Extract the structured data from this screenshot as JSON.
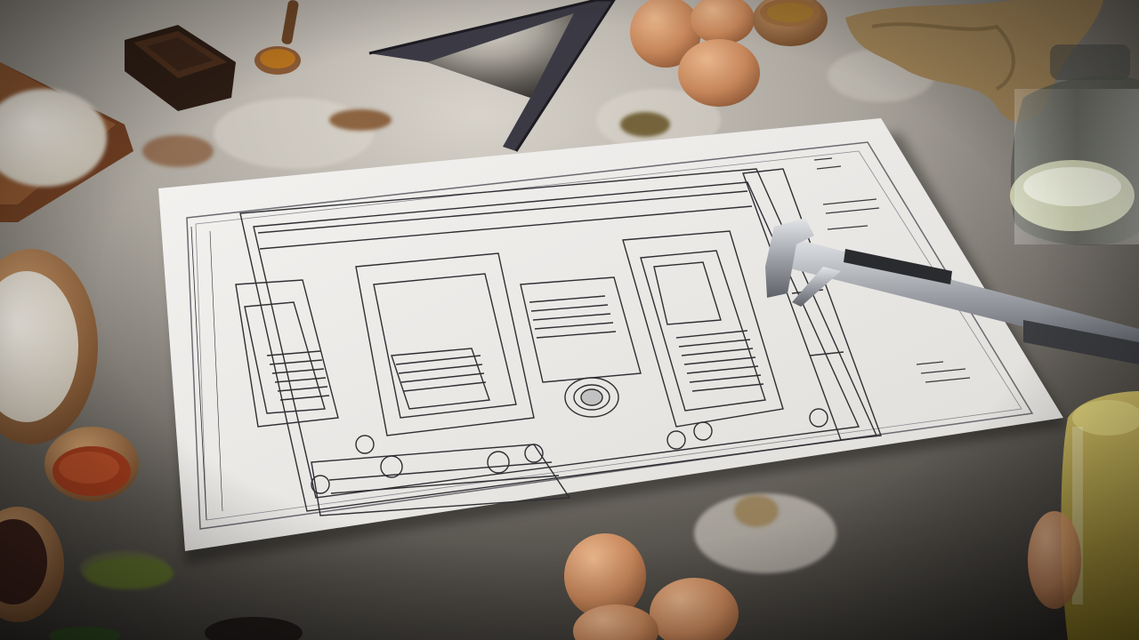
{
  "scene": {
    "blueprint": {
      "annotation_top": "",
      "annotation_side": ""
    },
    "colors": {
      "counter_top": "#6b6660",
      "counter_light": "#cfcac2",
      "paper": "#eeedeb",
      "ink": "#2f2f33",
      "egg": "#c98a5e",
      "flour": "#e8e2d6",
      "wood": "#8a5a35",
      "triangle": "#3b3a44",
      "oil": "#c9b44a"
    },
    "objects": [
      "blueprint-sheet",
      "drafting-triangle",
      "vernier-caliper",
      "eggs",
      "flour-bowl",
      "spice-bowls",
      "oil-jar",
      "cutting-board",
      "wooden-spoon",
      "linen-cloth"
    ]
  }
}
